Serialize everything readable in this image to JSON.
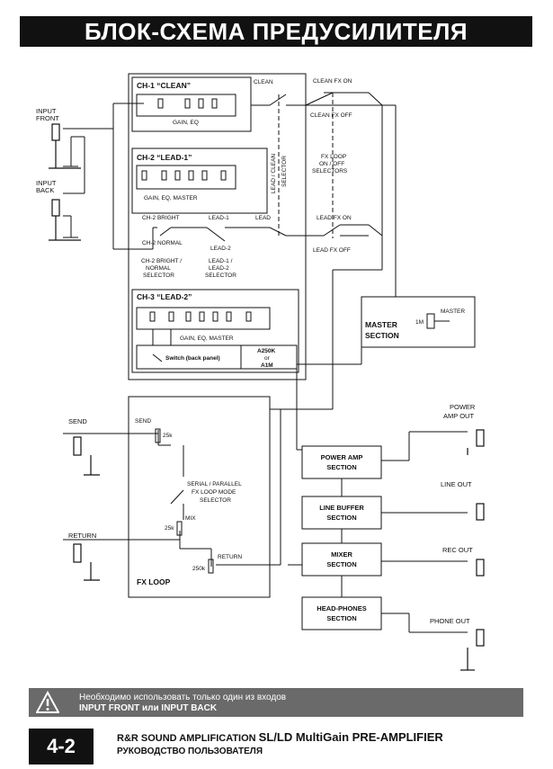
{
  "title": "БЛОК-СХЕМА ПРЕДУСИЛИТЕЛЯ",
  "inputs": {
    "front": [
      "INPUT",
      "FRONT"
    ],
    "back": [
      "INPUT",
      "BACK"
    ]
  },
  "ch1": {
    "title": "CH-1 “CLEAN”",
    "caption": "GAIN, EQ",
    "clean": "CLEAN"
  },
  "ch2": {
    "title": "CH-2 “LEAD-1”",
    "caption": "GAIN, EQ, MASTER",
    "bright": "CH-2 BRIGHT",
    "normal": "CH-2 NORMAL",
    "lead1": "LEAD-1",
    "lead2": "LEAD-2",
    "lead": "LEAD",
    "bright_selector": [
      "CH-2 BRIGHT /",
      "NORMAL",
      "SELECTOR"
    ],
    "lead_selector": [
      "LEAD-1 /",
      "LEAD-2",
      "SELECTOR"
    ]
  },
  "ch3": {
    "title": "CH-3 “LEAD-2”",
    "caption": "GAIN, EQ, MASTER",
    "switch": "Switch (back panel)",
    "pot": [
      "A250K",
      "or",
      "A1M"
    ]
  },
  "lead_clean_selector": [
    "LEAD / CLEAN",
    "SELECTOR"
  ],
  "fx": {
    "clean_on": "CLEAN FX ON",
    "clean_off": "CLEAN FX OFF",
    "selectors": [
      "FX LOOP",
      "ON / OFF",
      "SELECTORS"
    ],
    "lead_on": "LEAD FX ON",
    "lead_off": "LEAD FX OFF"
  },
  "master": {
    "title": [
      "MASTER",
      "SECTION"
    ],
    "pot_label": "MASTER",
    "pot_value": "1M"
  },
  "fxloop": {
    "send": "SEND",
    "return": "RETURN",
    "send_small": "SEND",
    "send_pot": "25k",
    "serial": [
      "SERIAL / PARALLEL",
      "FX LOOP MODE",
      "SELECTOR"
    ],
    "mix": "MIX",
    "mix_pot": "25k",
    "return_small": "RETURN",
    "return_pot": "250k",
    "title": "FX LOOP"
  },
  "sections": {
    "power": [
      "POWER AMP",
      "SECTION"
    ],
    "linebuffer": [
      "LINE BUFFER",
      "SECTION"
    ],
    "mixer": [
      "MIXER",
      "SECTION"
    ],
    "headphones": [
      "HEAD-PHONES",
      "SECTION"
    ]
  },
  "outputs": {
    "power": [
      "POWER",
      "AMP OUT"
    ],
    "line": "LINE OUT",
    "rec": "REC OUT",
    "phone": "PHONE OUT"
  },
  "warning": {
    "line1": "Необходимо использовать только один из входов",
    "line2": "INPUT FRONT или INPUT BACK"
  },
  "page": "4-2",
  "footer": {
    "brand": "R&R SOUND AMPLIFICATION",
    "model": "SL/LD MultiGain PRE-AMPLIFIER",
    "manual": "РУКОВОДСТВО ПОЛЬЗОВАТЕЛЯ"
  }
}
